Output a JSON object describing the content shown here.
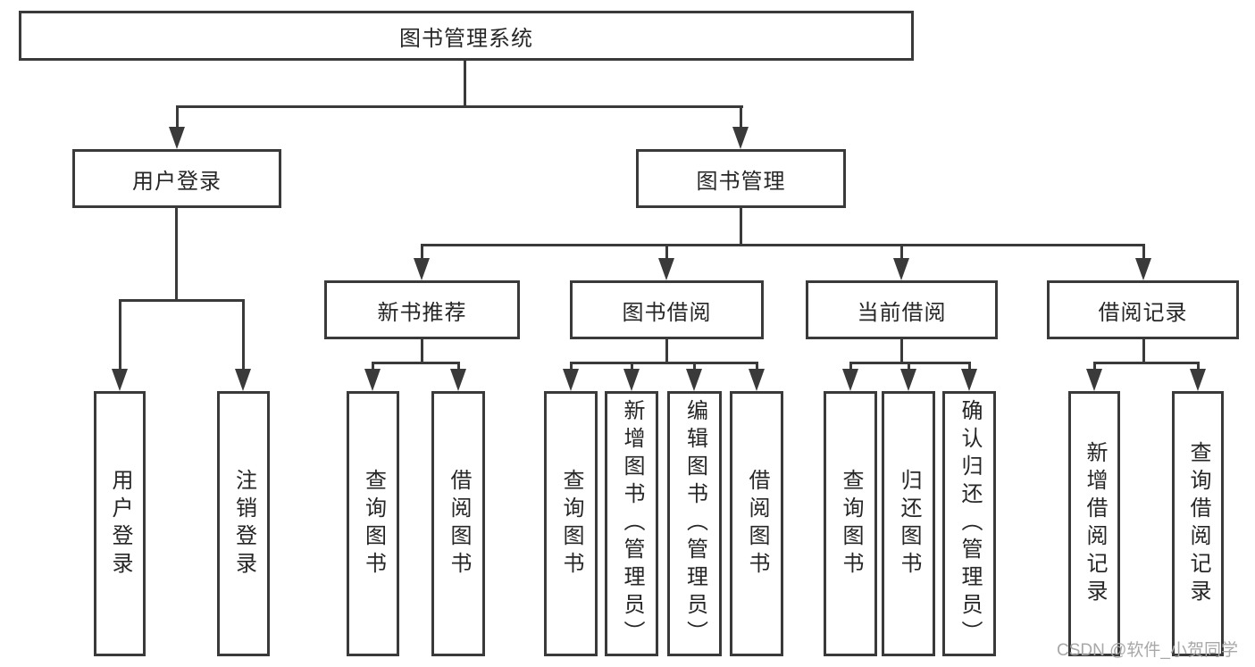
{
  "nodes": {
    "root": {
      "label": "图书管理系统"
    },
    "level2": [
      {
        "label": "用户登录"
      },
      {
        "label": "图书管理"
      }
    ],
    "level3": [
      {
        "label": "新书推荐"
      },
      {
        "label": "图书借阅"
      },
      {
        "label": "当前借阅"
      },
      {
        "label": "借阅记录"
      }
    ],
    "leaves": [
      {
        "label": "用户登录"
      },
      {
        "label": "注销登录"
      },
      {
        "label": "查询图书"
      },
      {
        "label": "借阅图书"
      },
      {
        "label": "查询图书"
      },
      {
        "label": "新增图书（管理员）"
      },
      {
        "label": "编辑图书（管理员）"
      },
      {
        "label": "借阅图书"
      },
      {
        "label": "查询图书"
      },
      {
        "label": "归还图书"
      },
      {
        "label": "确认归还（管理员）"
      },
      {
        "label": "新增借阅记录"
      },
      {
        "label": "查询借阅记录"
      }
    ]
  },
  "watermark": {
    "text": "CSDN @软件_小贺同学"
  },
  "colors": {
    "line": "#3a3a3a",
    "text": "#262626",
    "watermark": "#a8a8a8",
    "background": "#ffffff"
  }
}
